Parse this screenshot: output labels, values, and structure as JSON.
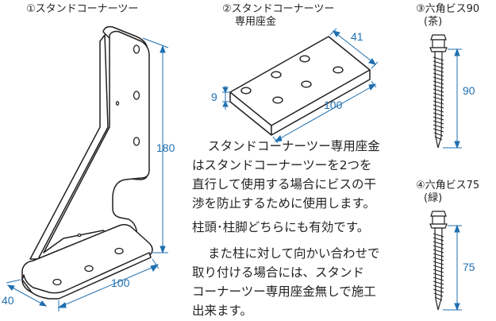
{
  "labels": {
    "item1": "①スタンドコーナーツー",
    "item2_line1": "②スタンドコーナーツー",
    "item2_line2": "専用座金",
    "item3_line1": "③六角ビス90",
    "item3_line2": "(茶)",
    "item4_line1": "④六角ビス75",
    "item4_line2": "(緑)"
  },
  "dimensions": {
    "bracket_height": "180",
    "bracket_width": "100",
    "bracket_depth": "40",
    "washer_length": "100",
    "washer_width": "41",
    "washer_thickness": "9",
    "screw90_length": "90",
    "screw75_length": "75"
  },
  "description": {
    "para1_line1": "スタンドコーナーツー専用座金",
    "para1_line2": "はスタンドコーナーツーを2つを",
    "para1_line3": "直行して使用する場合にビスの干",
    "para1_line4": "渉を防止するために使用します。",
    "para2_line1": "柱頭･柱脚どちらにも有効です。",
    "para3_line1": "また柱に対して向かい合わせで",
    "para3_line2": "取り付ける場合には、スタンド",
    "para3_line3": "コーナーツー専用座金無しで施工",
    "para3_line4": "出来ます。"
  },
  "colors": {
    "dimension": "#1f6fb0",
    "line": "#231f20",
    "metal_fill": "#ffffff"
  }
}
